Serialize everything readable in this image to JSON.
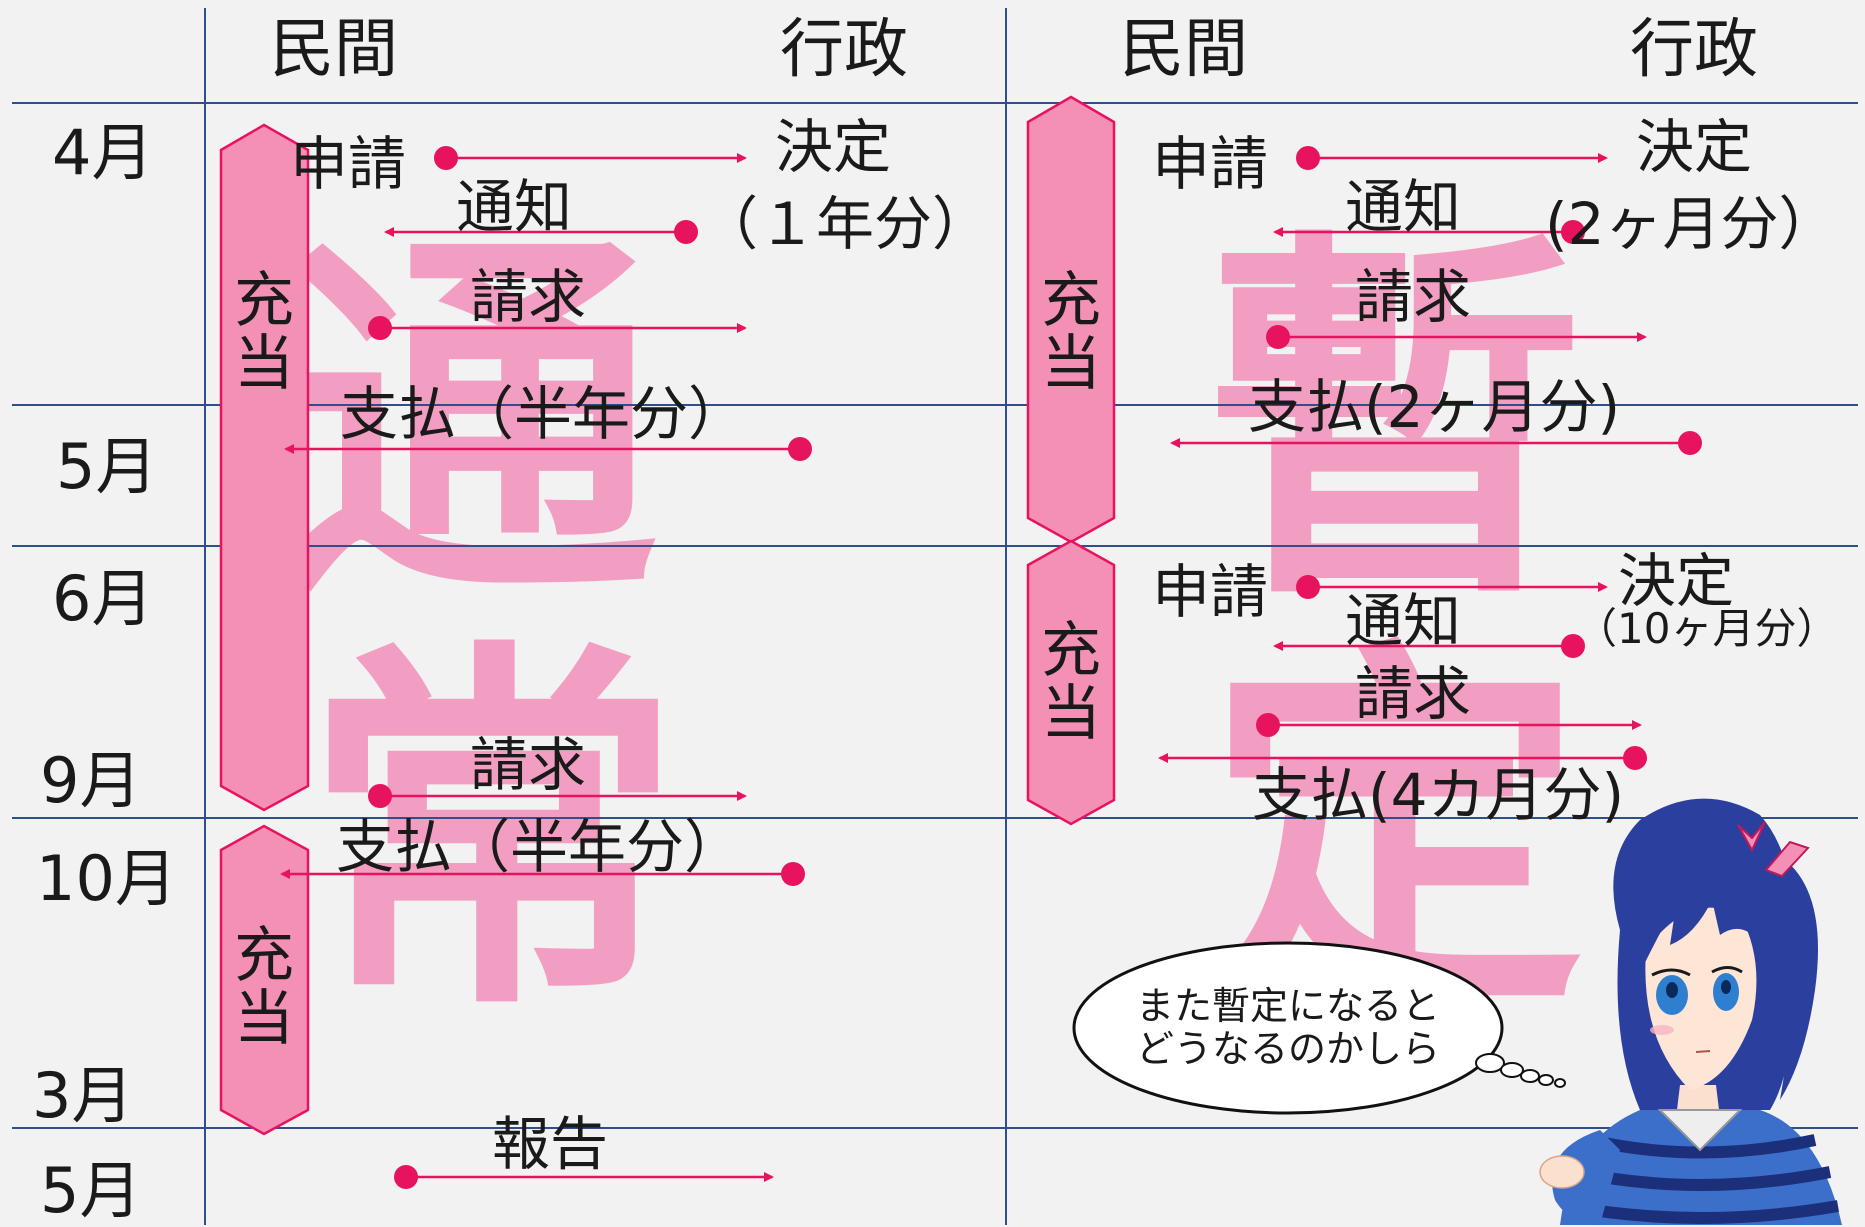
{
  "colors": {
    "background": "#f2f2f2",
    "grid": "#2e4f8c",
    "accent": "#e8135f",
    "bar_fill": "#f48fb6",
    "bar_stroke": "#e8135f",
    "watermark": "#f29ec3"
  },
  "headers": {
    "left_private": "民間",
    "left_admin": "行政",
    "right_private": "民間",
    "right_admin": "行政"
  },
  "months": [
    "4月",
    "5月",
    "6月",
    "9月",
    "10月",
    "3月",
    "5月"
  ],
  "bars": {
    "allocation": "充当"
  },
  "watermarks": {
    "left_top": "通",
    "left_bottom": "常",
    "right_top": "暫",
    "right_bottom": "定"
  },
  "left": {
    "apply": "申請",
    "decision": "決定",
    "decision_note": "（１年分）",
    "notice": "通知",
    "request1": "請求",
    "payment1": "支払（半年分）",
    "request2": "請求",
    "payment2": "支払（半年分）",
    "report": "報告"
  },
  "right": {
    "apply1": "申請",
    "decision1": "決定",
    "decision1_note": "(2ヶ月分）",
    "notice1": "通知",
    "request1": "請求",
    "payment1": "支払(2ヶ月分)",
    "apply2": "申請",
    "decision2": "決定",
    "decision2_note": "（10ヶ月分）",
    "notice2": "通知",
    "request2": "請求",
    "payment2": "支払(4カ月分)"
  },
  "speech_bubble": {
    "line1": "また暫定になると",
    "line2": "どうなるのかしら"
  }
}
